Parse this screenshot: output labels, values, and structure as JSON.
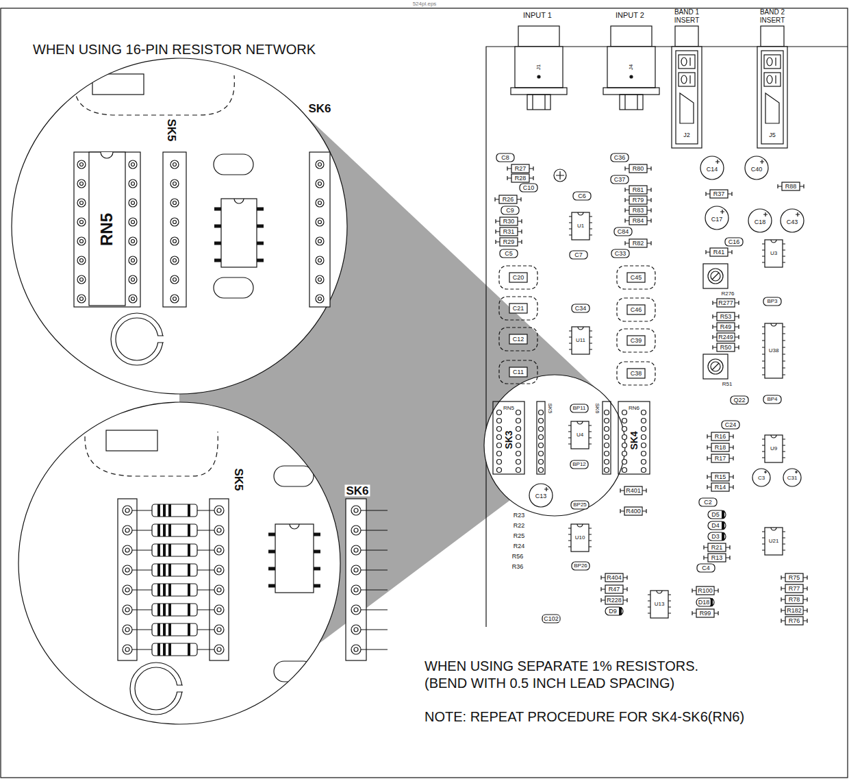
{
  "diagram": {
    "labels": [
      "524pl.eps",
      "WHEN USING 16-PIN RESISTOR NETWORK",
      "RN5",
      "SK5",
      "SK6",
      "SK5",
      "SK6",
      "WHEN USING SEPARATE 1% RESISTORS.",
      "(BEND WITH 0.5 INCH LEAD SPACING)",
      "NOTE: REPEAT PROCEDURE FOR SK4-SK6(RN6)",
      "INPUT 1",
      "INPUT 2",
      "BAND 1",
      "INSERT",
      "BAND 2",
      "INSERT",
      "J1",
      "J4",
      "J2",
      "J5",
      "C8",
      "R27",
      "R28",
      "C10",
      "R26",
      "C9",
      "R30",
      "R31",
      "R29",
      "C5",
      "C6",
      "U1",
      "C7",
      "C36",
      "R80",
      "C37",
      "R81",
      "R79",
      "R83",
      "R84",
      "C84",
      "R82",
      "C33",
      "C20",
      "C21",
      "C12",
      "C11",
      "C45",
      "C46",
      "C39",
      "C38",
      "C34",
      "U11",
      "SK3",
      "RN5",
      "SK5",
      "BP11",
      "U4",
      "BP12",
      "SK6",
      "RN6",
      "SK4",
      "C13",
      "R401",
      "R400",
      "BP25",
      "U10",
      "BP26",
      "R23",
      "R22",
      "R25",
      "R24",
      "R56",
      "R36",
      "R404",
      "R47",
      "R228",
      "D9",
      "U13",
      "C102",
      "C14",
      "C40",
      "R88",
      "R37",
      "C17",
      "C18",
      "C43",
      "C16",
      "R41",
      "R276",
      "R277",
      "R53",
      "R49",
      "R249",
      "R50",
      "R51",
      "Q22",
      "C24",
      "R16",
      "R18",
      "R17",
      "R15",
      "R14",
      "C2",
      "D5",
      "D4",
      "D3",
      "R21",
      "R13",
      "C4",
      "R100",
      "D18",
      "R99",
      "U3",
      "BP3",
      "U38",
      "BP4",
      "U9",
      "C3",
      "C31",
      "U21",
      "R75",
      "R77",
      "R78",
      "R182",
      "R76"
    ]
  }
}
